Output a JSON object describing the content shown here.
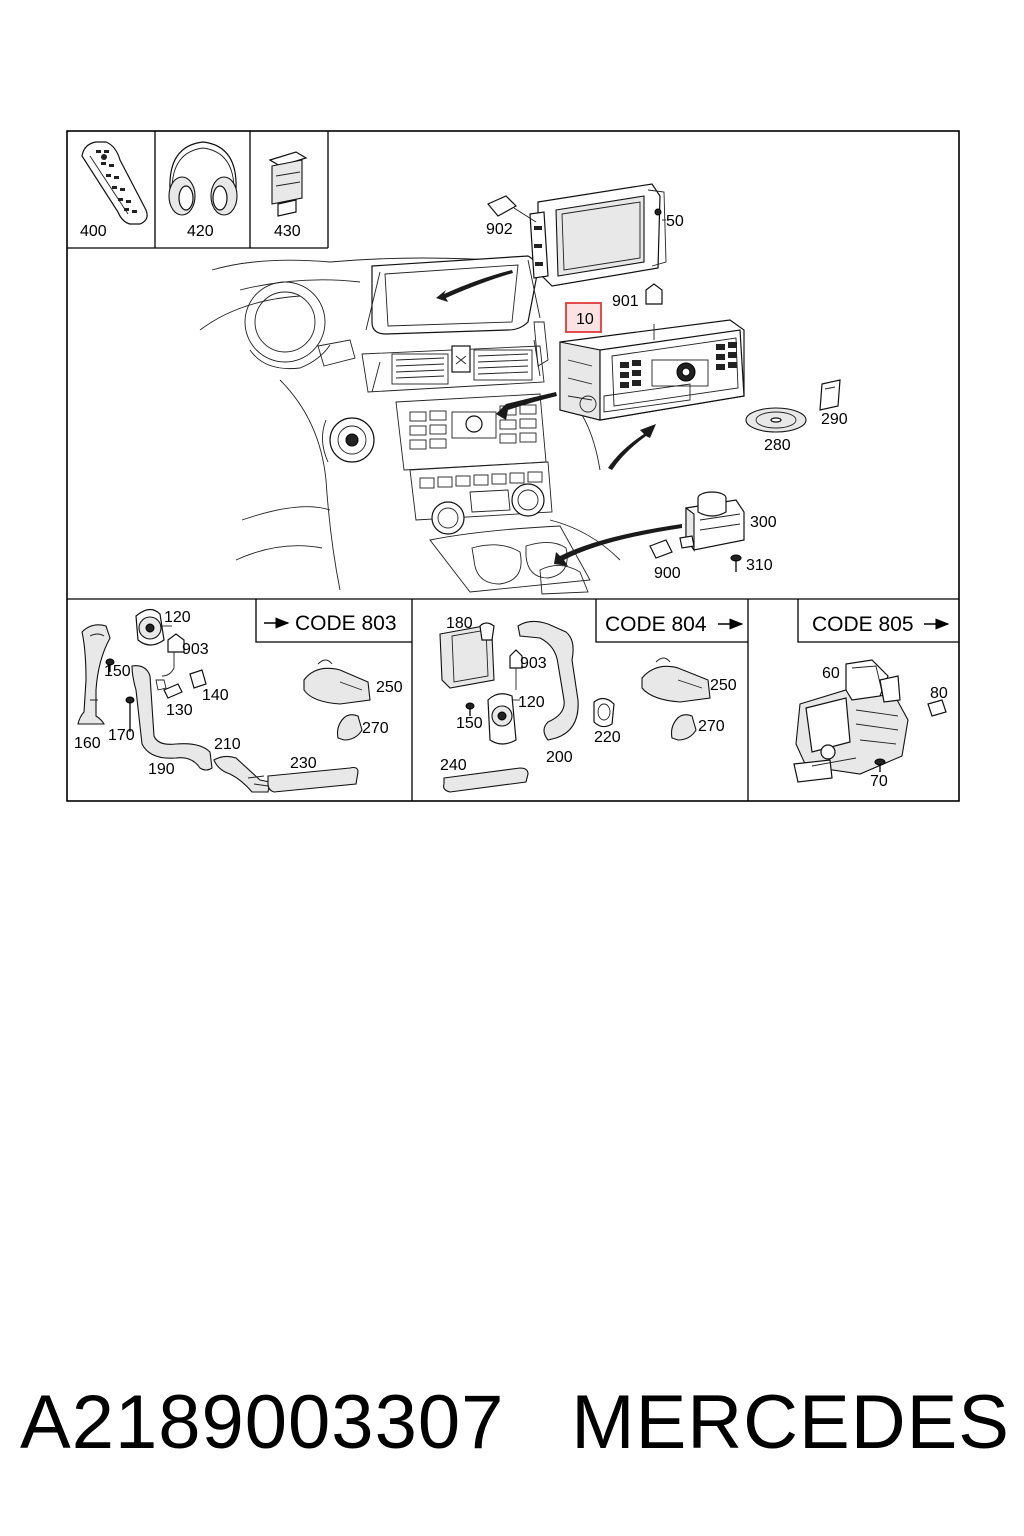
{
  "thumbnails": [
    {
      "label": "400",
      "icon": "remote-control-icon"
    },
    {
      "label": "420",
      "icon": "headphones-icon"
    },
    {
      "label": "430",
      "icon": "connector-icon"
    }
  ],
  "callouts": {
    "c902": "902",
    "c50": "50",
    "c901": "901",
    "c10": "10",
    "c290": "290",
    "c280": "280",
    "c300": "300",
    "c900": "900",
    "c310": "310"
  },
  "highlight_color": "#e03a3a",
  "sections": [
    {
      "code_label": "CODE 803",
      "parts": {
        "p120": "120",
        "p903": "903",
        "p150": "150",
        "p140": "140",
        "p130": "130",
        "p170": "170",
        "p160": "160",
        "p210": "210",
        "p190": "190",
        "p230": "230",
        "p250": "250",
        "p270": "270"
      }
    },
    {
      "code_label": "CODE 804",
      "parts": {
        "p180": "180",
        "p903": "903",
        "p120": "120",
        "p150": "150",
        "p220": "220",
        "p200": "200",
        "p240": "240",
        "p250": "250",
        "p270": "270"
      }
    },
    {
      "code_label": "CODE 805",
      "parts": {
        "p60": "60",
        "p80": "80",
        "p70": "70"
      }
    }
  ],
  "footer": {
    "part_number": "A2189003307",
    "brand": "MERCEDES"
  }
}
